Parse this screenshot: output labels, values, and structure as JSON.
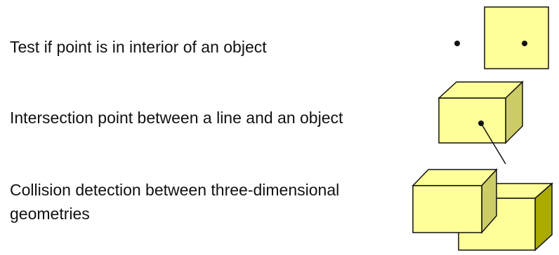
{
  "items": [
    {
      "text": "Test if point is in interior of an object"
    },
    {
      "text": "Intersection point between a line and an object"
    },
    {
      "text_line1": "Collision detection between three-dimensional",
      "text_line2": "geometries"
    }
  ],
  "colors": {
    "box_face": "#ffff99",
    "box_side": "#cccc66",
    "box_top": "#ffff99",
    "box_side_dark": "#aaaa00",
    "stroke": "#111111",
    "text": "#111111"
  }
}
